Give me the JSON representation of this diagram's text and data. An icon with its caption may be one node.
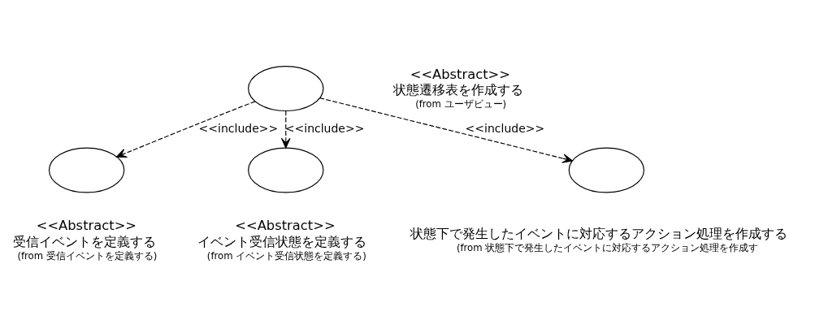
{
  "diagram": {
    "nodes": [
      {
        "text": [],
        "shape": "ellipse",
        "beside": [
          "<<Abstract>>",
          "状態遷移表を作成する",
          "(from ユーザビュー)"
        ]
      },
      {
        "text": [],
        "shape": "ellipse",
        "beside": [
          "<<Abstract>>",
          "受信イベントを定義する",
          "(from 受信イベントを定義する)"
        ]
      },
      {
        "text": [],
        "shape": "ellipse",
        "beside": [
          "<<Abstract>>",
          "イベント受信状態を定義する",
          "(from イベント受信状態を定義する)"
        ]
      },
      {
        "text": [],
        "shape": "ellipse",
        "beside": [
          "状態下で発生したイベントに対応するアクション処理を作成する",
          "(from 状態下で発生したイベントに対応するアクション処理を作成す"
        ]
      }
    ],
    "edges": [
      {
        "from": 0,
        "to": 1,
        "arrow": "to",
        "style": "dashed",
        "label": "<<include>>"
      },
      {
        "from": 0,
        "to": 2,
        "arrow": "to",
        "style": "dashed",
        "label": "<<include>>"
      },
      {
        "from": 0,
        "to": 3,
        "arrow": "to",
        "style": "dashed",
        "label": "<<include>>"
      }
    ]
  }
}
